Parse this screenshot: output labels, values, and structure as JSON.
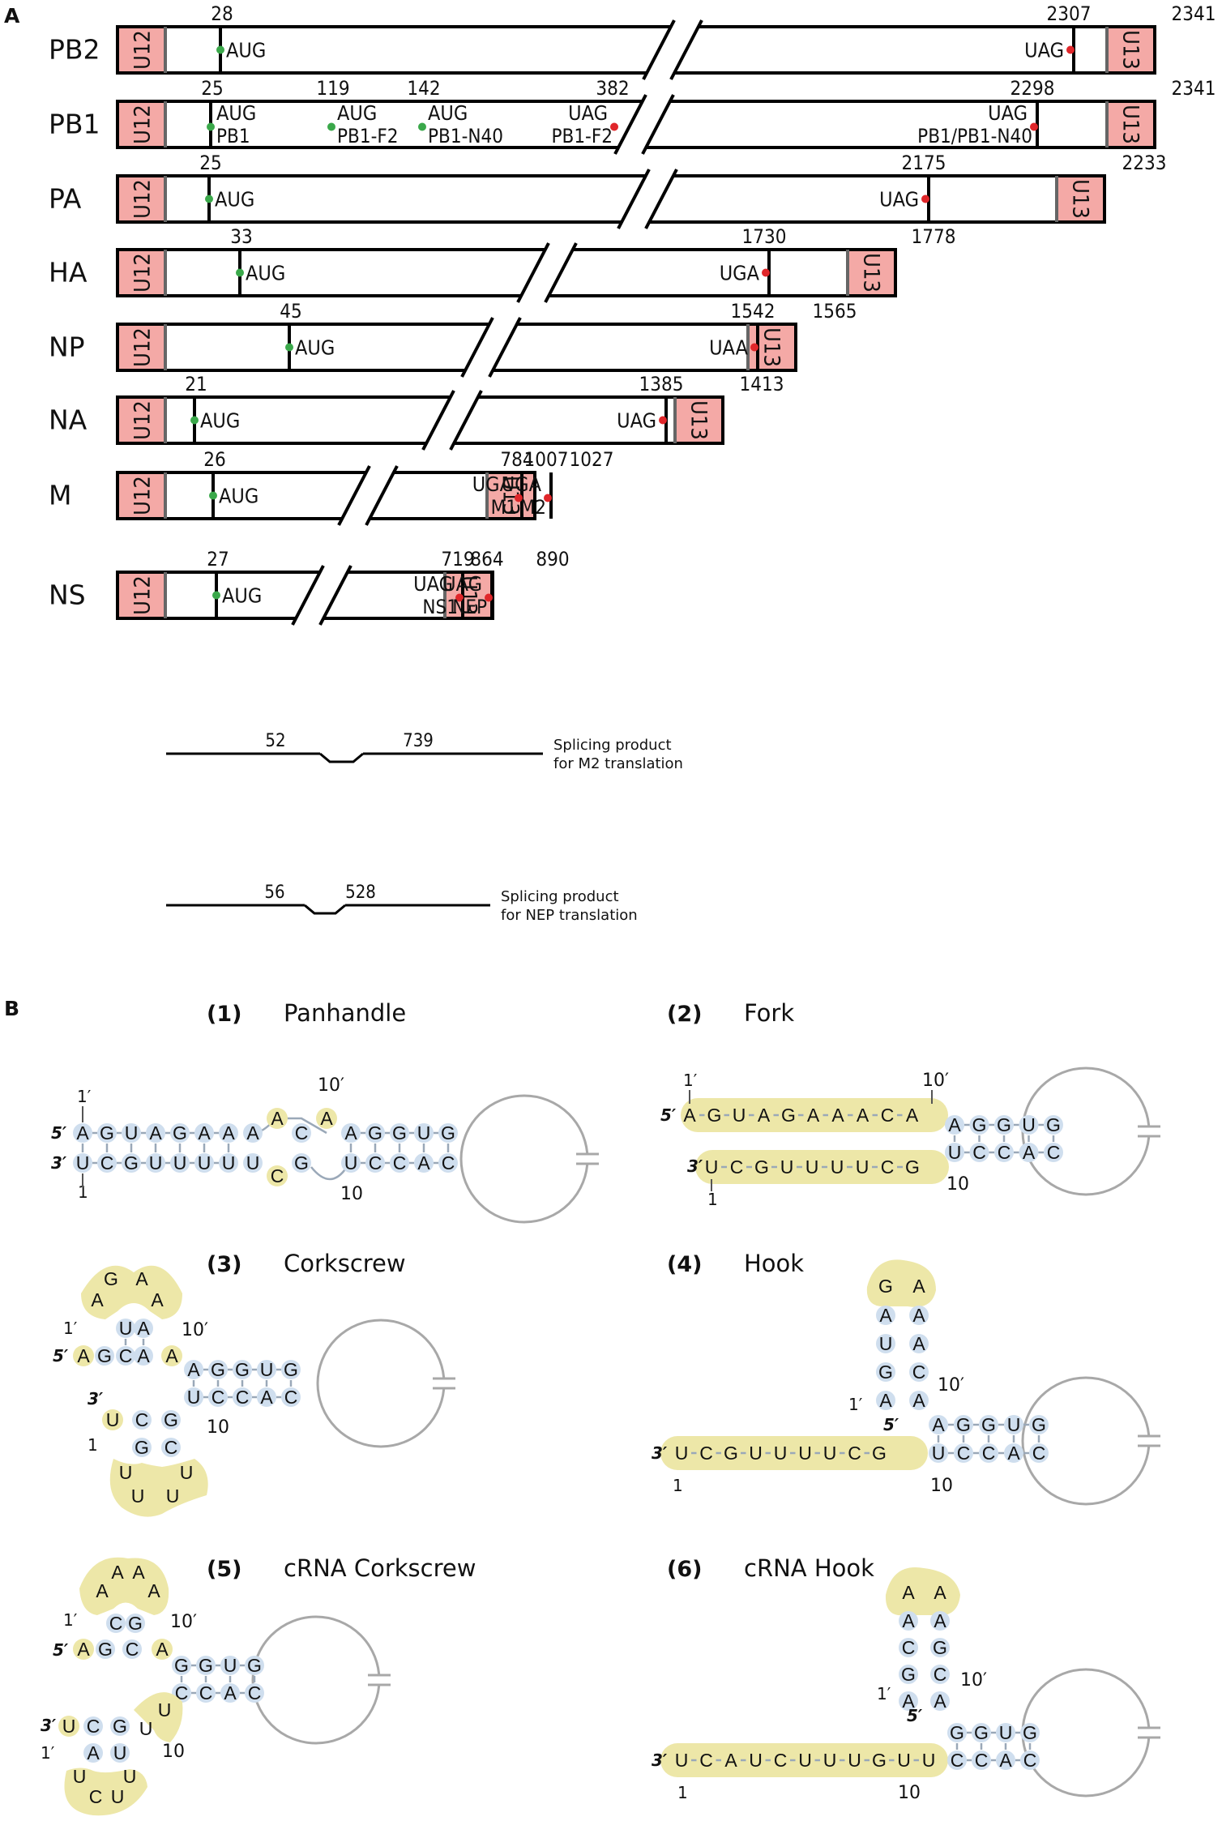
{
  "panel_a": {
    "letter": "A",
    "u5": "U12",
    "u3": "U13",
    "segments": [
      {
        "name": "PB2",
        "end_num": "2341",
        "starts": [
          {
            "num": "28",
            "codon": "AUG",
            "sub": ""
          }
        ],
        "stops": [
          {
            "num": "2307",
            "codon": "UAG",
            "sub": ""
          }
        ]
      },
      {
        "name": "PB1",
        "end_num": "2341",
        "starts": [
          {
            "num": "25",
            "codon": "AUG",
            "sub": "PB1"
          },
          {
            "num": "119",
            "codon": "AUG",
            "sub": "PB1-F2"
          },
          {
            "num": "142",
            "codon": "AUG",
            "sub": "PB1-N40"
          }
        ],
        "stops": [
          {
            "num": "382",
            "codon": "UAG",
            "sub": "PB1-F2"
          },
          {
            "num": "2298",
            "codon": "UAG",
            "sub": "PB1/PB1-N40"
          }
        ]
      },
      {
        "name": "PA",
        "end_num": "2233",
        "starts": [
          {
            "num": "25",
            "codon": "AUG",
            "sub": ""
          }
        ],
        "stops": [
          {
            "num": "2175",
            "codon": "UAG",
            "sub": ""
          }
        ]
      },
      {
        "name": "HA",
        "end_num": "1778",
        "starts": [
          {
            "num": "33",
            "codon": "AUG",
            "sub": ""
          }
        ],
        "stops": [
          {
            "num": "1730",
            "codon": "UGA",
            "sub": ""
          }
        ]
      },
      {
        "name": "NP",
        "end_num": "1565",
        "starts": [
          {
            "num": "45",
            "codon": "AUG",
            "sub": ""
          }
        ],
        "stops": [
          {
            "num": "1542",
            "codon": "UAA",
            "sub": ""
          }
        ]
      },
      {
        "name": "NA",
        "end_num": "1413",
        "starts": [
          {
            "num": "21",
            "codon": "AUG",
            "sub": ""
          }
        ],
        "stops": [
          {
            "num": "1385",
            "codon": "UAG",
            "sub": ""
          }
        ]
      },
      {
        "name": "M",
        "end_num": "1027",
        "starts": [
          {
            "num": "26",
            "codon": "AUG",
            "sub": ""
          }
        ],
        "stops": [
          {
            "num": "784",
            "codon": "UGA",
            "sub": "M1"
          },
          {
            "num": "1007",
            "codon": "UGA",
            "sub": "M2"
          }
        ]
      },
      {
        "name": "NS",
        "end_num": "890",
        "starts": [
          {
            "num": "27",
            "codon": "AUG",
            "sub": ""
          }
        ],
        "stops": [
          {
            "num": "719",
            "codon": "UAG",
            "sub": "NS1"
          },
          {
            "num": "864",
            "codon": "UAG",
            "sub": "NEP"
          }
        ]
      }
    ],
    "splices": [
      {
        "seg": "M",
        "left": "52",
        "right": "739",
        "caption": [
          "Splicing product",
          "for M2 translation"
        ]
      },
      {
        "seg": "NS",
        "left": "56",
        "right": "528",
        "caption": [
          "Splicing product",
          "for NEP translation"
        ]
      }
    ]
  },
  "panel_b": {
    "letter": "B",
    "structures": [
      {
        "num": "(1)",
        "title": "Panhandle"
      },
      {
        "num": "(2)",
        "title": "Fork"
      },
      {
        "num": "(3)",
        "title": "Corkscrew"
      },
      {
        "num": "(4)",
        "title": "Hook"
      },
      {
        "num": "(5)",
        "title": "cRNA Corkscrew"
      },
      {
        "num": "(6)",
        "title": "cRNA Hook"
      }
    ],
    "end_labels": {
      "five": "5′",
      "three": "3′",
      "one": "1",
      "one_p": "1′",
      "ten": "10",
      "ten_p": "10′"
    }
  },
  "colors": {
    "u_box": "#f4a9a6",
    "start_dot": "#3aa84a",
    "stop_dot": "#e0262a",
    "highlight": "#ede7a8",
    "nt_bg": "#cfdeee",
    "loop": "#a8a8a8"
  }
}
